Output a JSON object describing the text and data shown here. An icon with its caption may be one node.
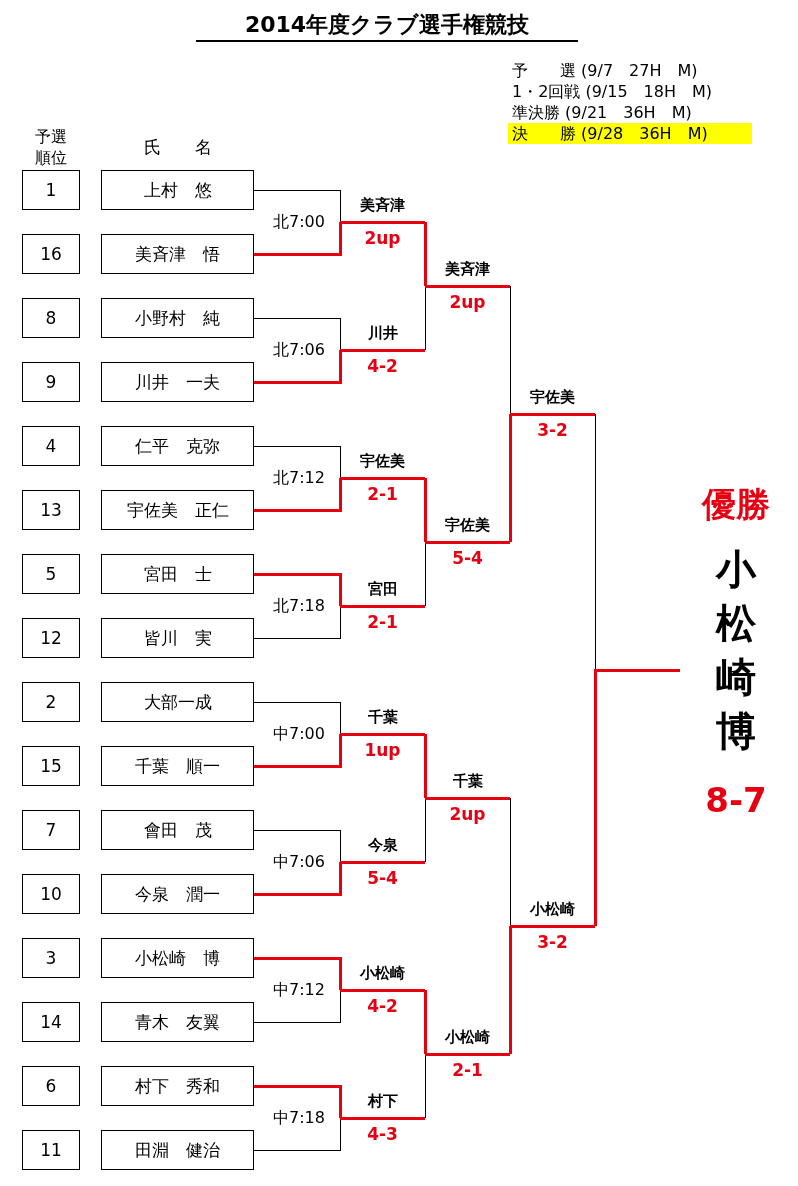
{
  "diagram": {
    "title": "2014年度クラブ選手権競技",
    "nodes": [
      {
        "text": [
          "1"
        ]
      },
      {
        "text": [
          "上村　悠"
        ]
      },
      {
        "text": [
          "16"
        ]
      },
      {
        "text": [
          "美斉津　悟"
        ]
      },
      {
        "text": [
          "8"
        ]
      },
      {
        "text": [
          "小野村　純"
        ]
      },
      {
        "text": [
          "9"
        ]
      },
      {
        "text": [
          "川井　一夫"
        ]
      },
      {
        "text": [
          "4"
        ]
      },
      {
        "text": [
          "仁平　克弥"
        ]
      },
      {
        "text": [
          "13"
        ]
      },
      {
        "text": [
          "宇佐美　正仁"
        ]
      },
      {
        "text": [
          "5"
        ]
      },
      {
        "text": [
          "宮田　士"
        ]
      },
      {
        "text": [
          "12"
        ]
      },
      {
        "text": [
          "皆川　実"
        ]
      },
      {
        "text": [
          "2"
        ]
      },
      {
        "text": [
          "大部一成"
        ]
      },
      {
        "text": [
          "15"
        ]
      },
      {
        "text": [
          "千葉　順一"
        ]
      },
      {
        "text": [
          "7"
        ]
      },
      {
        "text": [
          "會田　茂"
        ]
      },
      {
        "text": [
          "10"
        ]
      },
      {
        "text": [
          "今泉　潤一"
        ]
      },
      {
        "text": [
          "3"
        ]
      },
      {
        "text": [
          "小松崎　博"
        ]
      },
      {
        "text": [
          "14"
        ]
      },
      {
        "text": [
          "青木　友翼"
        ]
      },
      {
        "text": [
          "6"
        ]
      },
      {
        "text": [
          "村下　秀和"
        ]
      },
      {
        "text": [
          "11"
        ]
      },
      {
        "text": [
          "田淵　健治"
        ]
      },
      {
        "text": [
          "美斉津"
        ],
        "beside": [
          "2up"
        ]
      },
      {
        "text": [
          "川井"
        ],
        "beside": [
          "4-2"
        ]
      },
      {
        "text": [
          "宇佐美"
        ],
        "beside": [
          "2-1"
        ]
      },
      {
        "text": [
          "宮田"
        ],
        "beside": [
          "2-1"
        ]
      },
      {
        "text": [
          "千葉"
        ],
        "beside": [
          "1up"
        ]
      },
      {
        "text": [
          "今泉"
        ],
        "beside": [
          "5-4"
        ]
      },
      {
        "text": [
          "小松崎"
        ],
        "beside": [
          "4-2"
        ]
      },
      {
        "text": [
          "村下"
        ],
        "beside": [
          "4-3"
        ]
      },
      {
        "text": [
          "美斉津"
        ],
        "beside": [
          "2up"
        ]
      },
      {
        "text": [
          "宇佐美"
        ],
        "beside": [
          "5-4"
        ]
      },
      {
        "text": [
          "千葉"
        ],
        "beside": [
          "2up"
        ]
      },
      {
        "text": [
          "小松崎"
        ],
        "beside": [
          "2-1"
        ]
      },
      {
        "text": [
          "宇佐美"
        ],
        "beside": [
          "3-2"
        ]
      },
      {
        "text": [
          "小松崎"
        ],
        "beside": [
          "3-2"
        ]
      },
      {
        "text": [
          "優勝",
          "小松崎博"
        ],
        "beside": [
          "8-7"
        ]
      }
    ],
    "edges": [
      {
        "from": 1,
        "to": 32,
        "arrow": "none"
      },
      {
        "from": 3,
        "to": 32,
        "arrow": "none",
        "style": "thick",
        "color": "#e60012"
      },
      {
        "from": 5,
        "to": 33,
        "arrow": "none"
      },
      {
        "from": 7,
        "to": 33,
        "arrow": "none",
        "style": "thick",
        "color": "#e60012"
      },
      {
        "from": 9,
        "to": 34,
        "arrow": "none"
      },
      {
        "from": 11,
        "to": 34,
        "arrow": "none",
        "style": "thick",
        "color": "#e60012"
      },
      {
        "from": 13,
        "to": 35,
        "arrow": "none",
        "style": "thick",
        "color": "#e60012"
      },
      {
        "from": 15,
        "to": 35,
        "arrow": "none"
      },
      {
        "from": 17,
        "to": 36,
        "arrow": "none"
      },
      {
        "from": 19,
        "to": 36,
        "arrow": "none",
        "style": "thick",
        "color": "#e60012"
      },
      {
        "from": 21,
        "to": 37,
        "arrow": "none"
      },
      {
        "from": 23,
        "to": 37,
        "arrow": "none",
        "style": "thick",
        "color": "#e60012"
      },
      {
        "from": 25,
        "to": 38,
        "arrow": "none",
        "style": "thick",
        "color": "#e60012"
      },
      {
        "from": 27,
        "to": 38,
        "arrow": "none"
      },
      {
        "from": 29,
        "to": 39,
        "arrow": "none",
        "style": "thick",
        "color": "#e60012"
      },
      {
        "from": 31,
        "to": 39,
        "arrow": "none"
      },
      {
        "from": 32,
        "to": 40,
        "arrow": "none",
        "style": "thick",
        "color": "#e60012"
      },
      {
        "from": 33,
        "to": 40,
        "arrow": "none"
      },
      {
        "from": 34,
        "to": 41,
        "arrow": "none",
        "style": "thick",
        "color": "#e60012"
      },
      {
        "from": 35,
        "to": 41,
        "arrow": "none"
      },
      {
        "from": 36,
        "to": 42,
        "arrow": "none",
        "style": "thick",
        "color": "#e60012"
      },
      {
        "from": 37,
        "to": 42,
        "arrow": "none"
      },
      {
        "from": 38,
        "to": 43,
        "arrow": "none",
        "style": "thick",
        "color": "#e60012"
      },
      {
        "from": 39,
        "to": 43,
        "arrow": "none"
      },
      {
        "from": 40,
        "to": 44,
        "arrow": "none"
      },
      {
        "from": 41,
        "to": 44,
        "arrow": "none",
        "style": "thick",
        "color": "#e60012"
      },
      {
        "from": 42,
        "to": 45,
        "arrow": "none"
      },
      {
        "from": 43,
        "to": 45,
        "arrow": "none",
        "style": "thick",
        "color": "#e60012"
      },
      {
        "from": 44,
        "to": 46,
        "arrow": "none"
      },
      {
        "from": 45,
        "to": 46,
        "arrow": "none",
        "style": "thick",
        "color": "#e60012"
      }
    ],
    "labels": [
      "予　　選 (9/7　27H　M)",
      "1・2回戦 (9/15　18H　M)",
      "準決勝 (9/21　36H　M)",
      "決　　勝 (9/28　36H　M)",
      "予選順位",
      "氏　　名",
      "北7:00",
      "北7:06",
      "北7:12",
      "北7:18",
      "中7:00",
      "中7:06",
      "中7:12",
      "中7:18"
    ]
  }
}
